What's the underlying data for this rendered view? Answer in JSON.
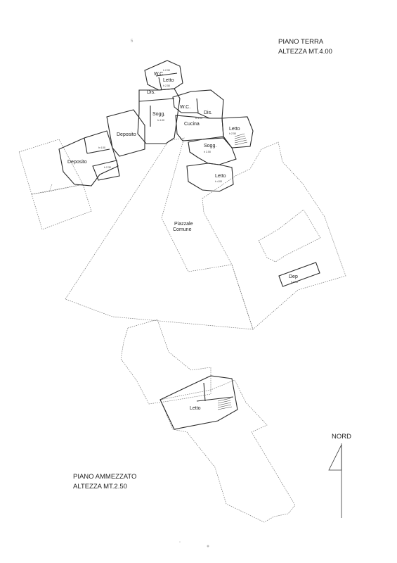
{
  "piano_terra": {
    "title": "PIANO TERRA",
    "height": "ALTEZZA MT.4.00"
  },
  "piano_ammezzato": {
    "title": "PIANO AMMEZZATO",
    "height": "ALTEZZA MT.2.50"
  },
  "north_label": "NORD",
  "rooms_ground": {
    "wc_1": "W.C.",
    "letto_1": "Letto",
    "dis_1": "Dis.",
    "sogg_1": "Sogg.",
    "wc_2": "W.C.",
    "dis_2": "Dis.",
    "cucina": "Cucina",
    "letto_2": "Letto",
    "deposito_1": "Deposito",
    "deposito_2": "Deposito",
    "sogg_2": "Sogg.",
    "letto_3": "Letto",
    "piazzale": "Piazzale",
    "comune": "Comune",
    "dep": "Dep"
  },
  "rooms_mezzanine": {
    "letto": "Letto"
  },
  "heights": {
    "h_wc1": "h 2.90",
    "h_letto1": "h 2.50",
    "h_sogg1": "h 4.00",
    "h_dis2": "h 4.00",
    "h_letto2": "h 2.50",
    "h_sogg2": "h 2.50",
    "h_letto3": "h 4.00",
    "h_dep_a": "h 4.00",
    "h_dep_b": "h 2.30",
    "h_dep_c": "h 2.30"
  },
  "scribble": "5"
}
